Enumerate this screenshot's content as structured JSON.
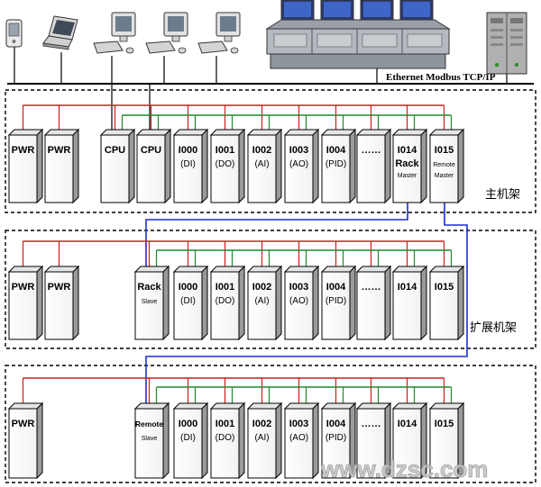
{
  "network_label": "Ethernet Modbus TCP/IP",
  "watermark": "www.dzsc.com",
  "devices": [
    "pda-icon",
    "laptop-icon",
    "workstation-icon",
    "workstation-icon",
    "workstation-icon",
    "operator-console-icon",
    "server-rack-icon"
  ],
  "racks": [
    {
      "label": "主机架",
      "modules": [
        {
          "main": "PWR",
          "sub": ""
        },
        {
          "main": "PWR",
          "sub": ""
        },
        {
          "main": "CPU",
          "sub": ""
        },
        {
          "main": "CPU",
          "sub": ""
        },
        {
          "main": "I000",
          "sub": "(DI)"
        },
        {
          "main": "I001",
          "sub": "(DO)"
        },
        {
          "main": "I002",
          "sub": "(AI)"
        },
        {
          "main": "I003",
          "sub": "(AO)"
        },
        {
          "main": "I004",
          "sub": "(PID)"
        },
        {
          "main": "……",
          "sub": ""
        },
        {
          "main": "I014",
          "sub": "Rack",
          "sub2": "Master"
        },
        {
          "main": "I015",
          "sub": "Remote",
          "sub2": "Master"
        }
      ]
    },
    {
      "label": "扩展机架",
      "modules": [
        {
          "main": "PWR",
          "sub": ""
        },
        {
          "main": "PWR",
          "sub": ""
        },
        {
          "main": "Rack",
          "sub": "Slave"
        },
        {
          "main": "I000",
          "sub": "(DI)"
        },
        {
          "main": "I001",
          "sub": "(DO)"
        },
        {
          "main": "I002",
          "sub": "(AI)"
        },
        {
          "main": "I003",
          "sub": "(AO)"
        },
        {
          "main": "I004",
          "sub": "(PID)"
        },
        {
          "main": "……",
          "sub": ""
        },
        {
          "main": "I014",
          "sub": ""
        },
        {
          "main": "I015",
          "sub": ""
        }
      ]
    },
    {
      "label": "",
      "modules": [
        {
          "main": "PWR",
          "sub": ""
        },
        {
          "main": "Remote",
          "sub": "Slave"
        },
        {
          "main": "I000",
          "sub": "(DI)"
        },
        {
          "main": "I001",
          "sub": "(DO)"
        },
        {
          "main": "I002",
          "sub": "(AI)"
        },
        {
          "main": "I003",
          "sub": "(AO)"
        },
        {
          "main": "I004",
          "sub": "(PID)"
        },
        {
          "main": "……",
          "sub": ""
        },
        {
          "main": "I014",
          "sub": ""
        },
        {
          "main": "I015",
          "sub": ""
        }
      ]
    }
  ]
}
